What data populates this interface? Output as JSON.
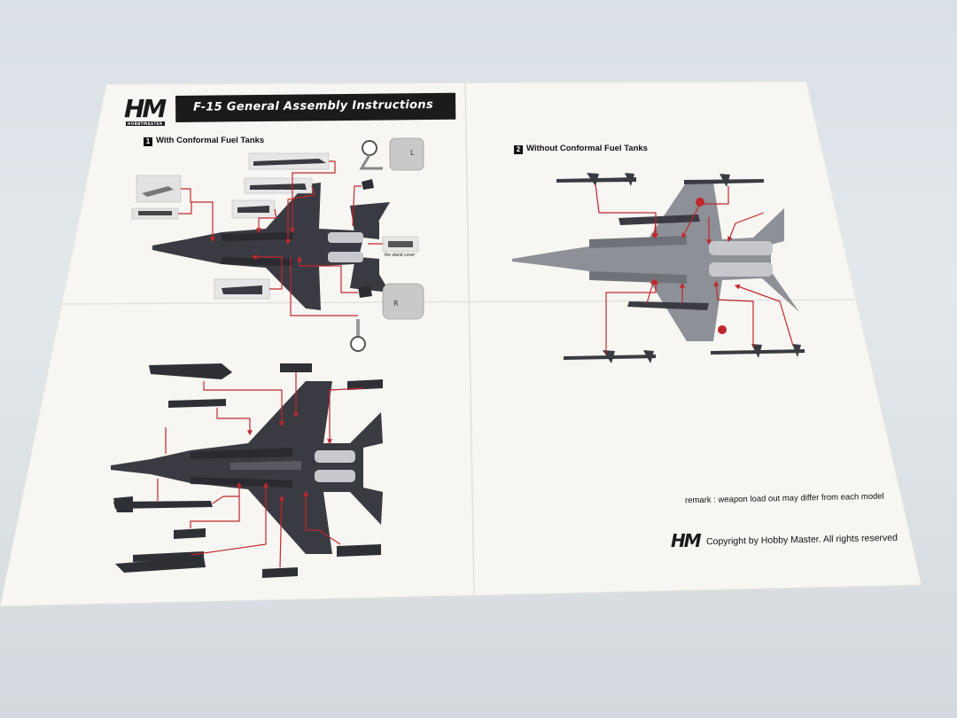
{
  "header": {
    "title": "F-15 General Assembly Instructions",
    "logo": "HM",
    "logo_subtitle": "HOBBYMASTER"
  },
  "sections": [
    {
      "number": "1",
      "label": "With Conformal Fuel Tanks"
    },
    {
      "number": "2",
      "label": "Without Conformal Fuel Tanks"
    }
  ],
  "stand_cover_label": "the stand cover",
  "gear_labels": {
    "left": "L",
    "right": "R"
  },
  "remark": "remark : weapon load out may differ from each model",
  "footer": {
    "logo": "HM",
    "copyright": "Copyright by Hobby Master. All rights reserved"
  },
  "colors": {
    "background": "#dde3e8",
    "paper": "#f7f6f3",
    "leader_lines": "#c0282c",
    "dark_aircraft": "#3a3a42",
    "grey_aircraft": "#8c8f96"
  },
  "icons": [
    "hm-logo",
    "aircraft-top-view",
    "aircraft-bottom-view",
    "missile",
    "fuel-tank",
    "landing-gear",
    "hinomaru-roundel"
  ]
}
